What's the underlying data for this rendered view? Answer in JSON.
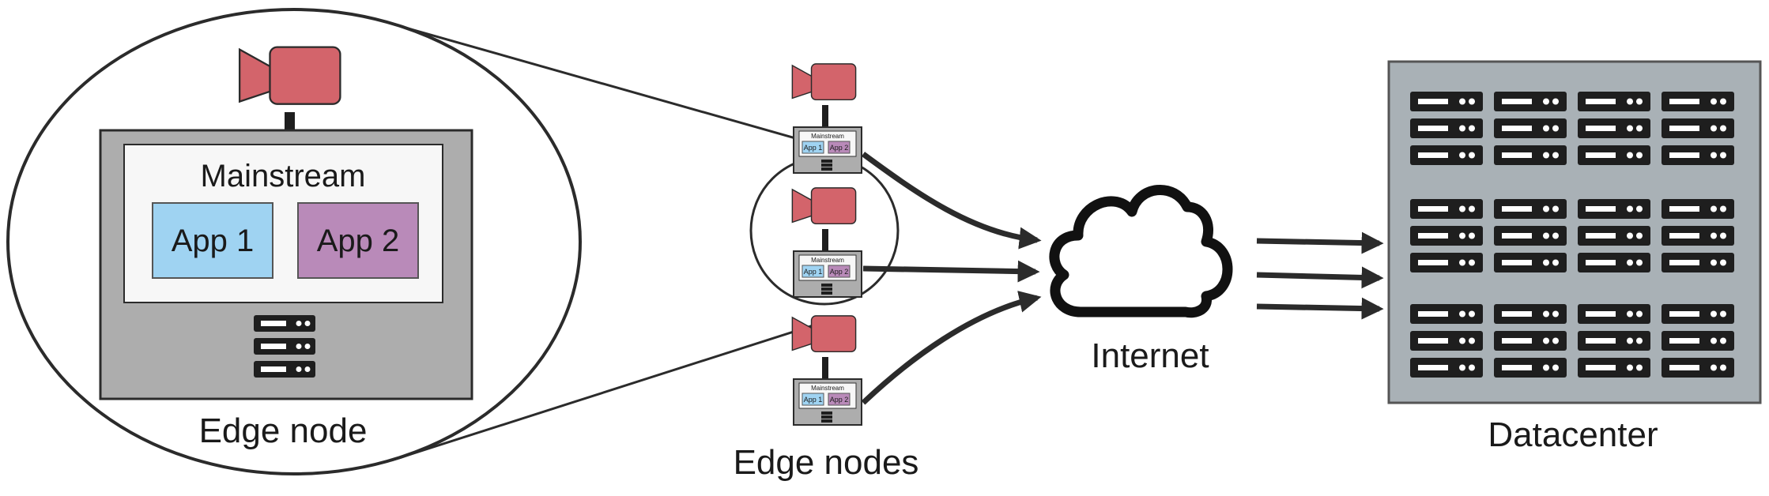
{
  "zoom_node": {
    "software_label": "Mainstream",
    "apps": [
      "App 1",
      "App 2"
    ],
    "caption": "Edge node"
  },
  "edge_nodes": {
    "software_label": "Mainstream",
    "apps": [
      "App 1",
      "App 2"
    ],
    "count": 3,
    "caption": "Edge nodes"
  },
  "cloud": {
    "caption": "Internet"
  },
  "datacenter": {
    "caption": "Datacenter",
    "server_groups": 3,
    "servers_per_group": 3,
    "columns": 4
  },
  "colors": {
    "camera": "#d3646b",
    "node_box": "#adadad",
    "inner_panel": "#f7f7f7",
    "app1": "#9fd3f2",
    "app2": "#b98ab9",
    "datacenter_bg": "#a9b1b6",
    "stroke": "#2b2b2b"
  }
}
